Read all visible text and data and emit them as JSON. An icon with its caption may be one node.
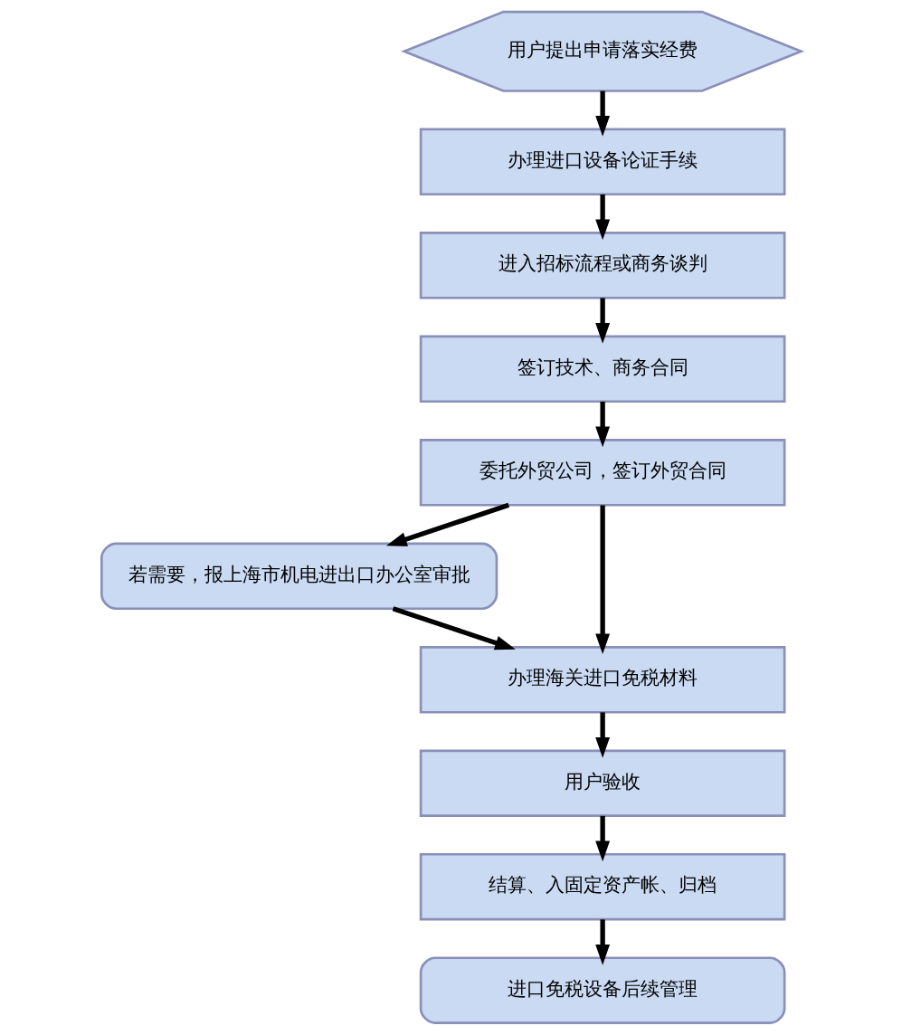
{
  "diagram": {
    "nodes": [
      {
        "text": [
          "用户提出申请落实经费"
        ]
      },
      {
        "text": [
          "办理进口设备论证手续"
        ]
      },
      {
        "text": [
          "进入招标流程或商务谈判"
        ]
      },
      {
        "text": [
          "签订技术、商务合同"
        ]
      },
      {
        "text": [
          "委托外贸公司，签订外贸合同"
        ]
      },
      {
        "text": [
          "若需要，报上海市机电进出口办公室审批"
        ]
      },
      {
        "text": [
          "办理海关进口免税材料"
        ]
      },
      {
        "text": [
          "用户验收"
        ]
      },
      {
        "text": [
          "结算、入固定资产帐、归档"
        ]
      },
      {
        "text": [
          "进口免税设备后续管理"
        ]
      }
    ],
    "edges": [
      {
        "from": 0,
        "to": 1,
        "arrow": "to"
      },
      {
        "from": 1,
        "to": 2,
        "arrow": "to"
      },
      {
        "from": 2,
        "to": 3,
        "arrow": "to"
      },
      {
        "from": 3,
        "to": 4,
        "arrow": "to"
      },
      {
        "from": 4,
        "to": 5,
        "arrow": "to"
      },
      {
        "from": 4,
        "to": 6,
        "arrow": "to"
      },
      {
        "from": 5,
        "to": 6,
        "arrow": "to"
      },
      {
        "from": 6,
        "to": 7,
        "arrow": "to"
      },
      {
        "from": 7,
        "to": 8,
        "arrow": "to"
      },
      {
        "from": 8,
        "to": 9,
        "arrow": "to"
      }
    ]
  }
}
